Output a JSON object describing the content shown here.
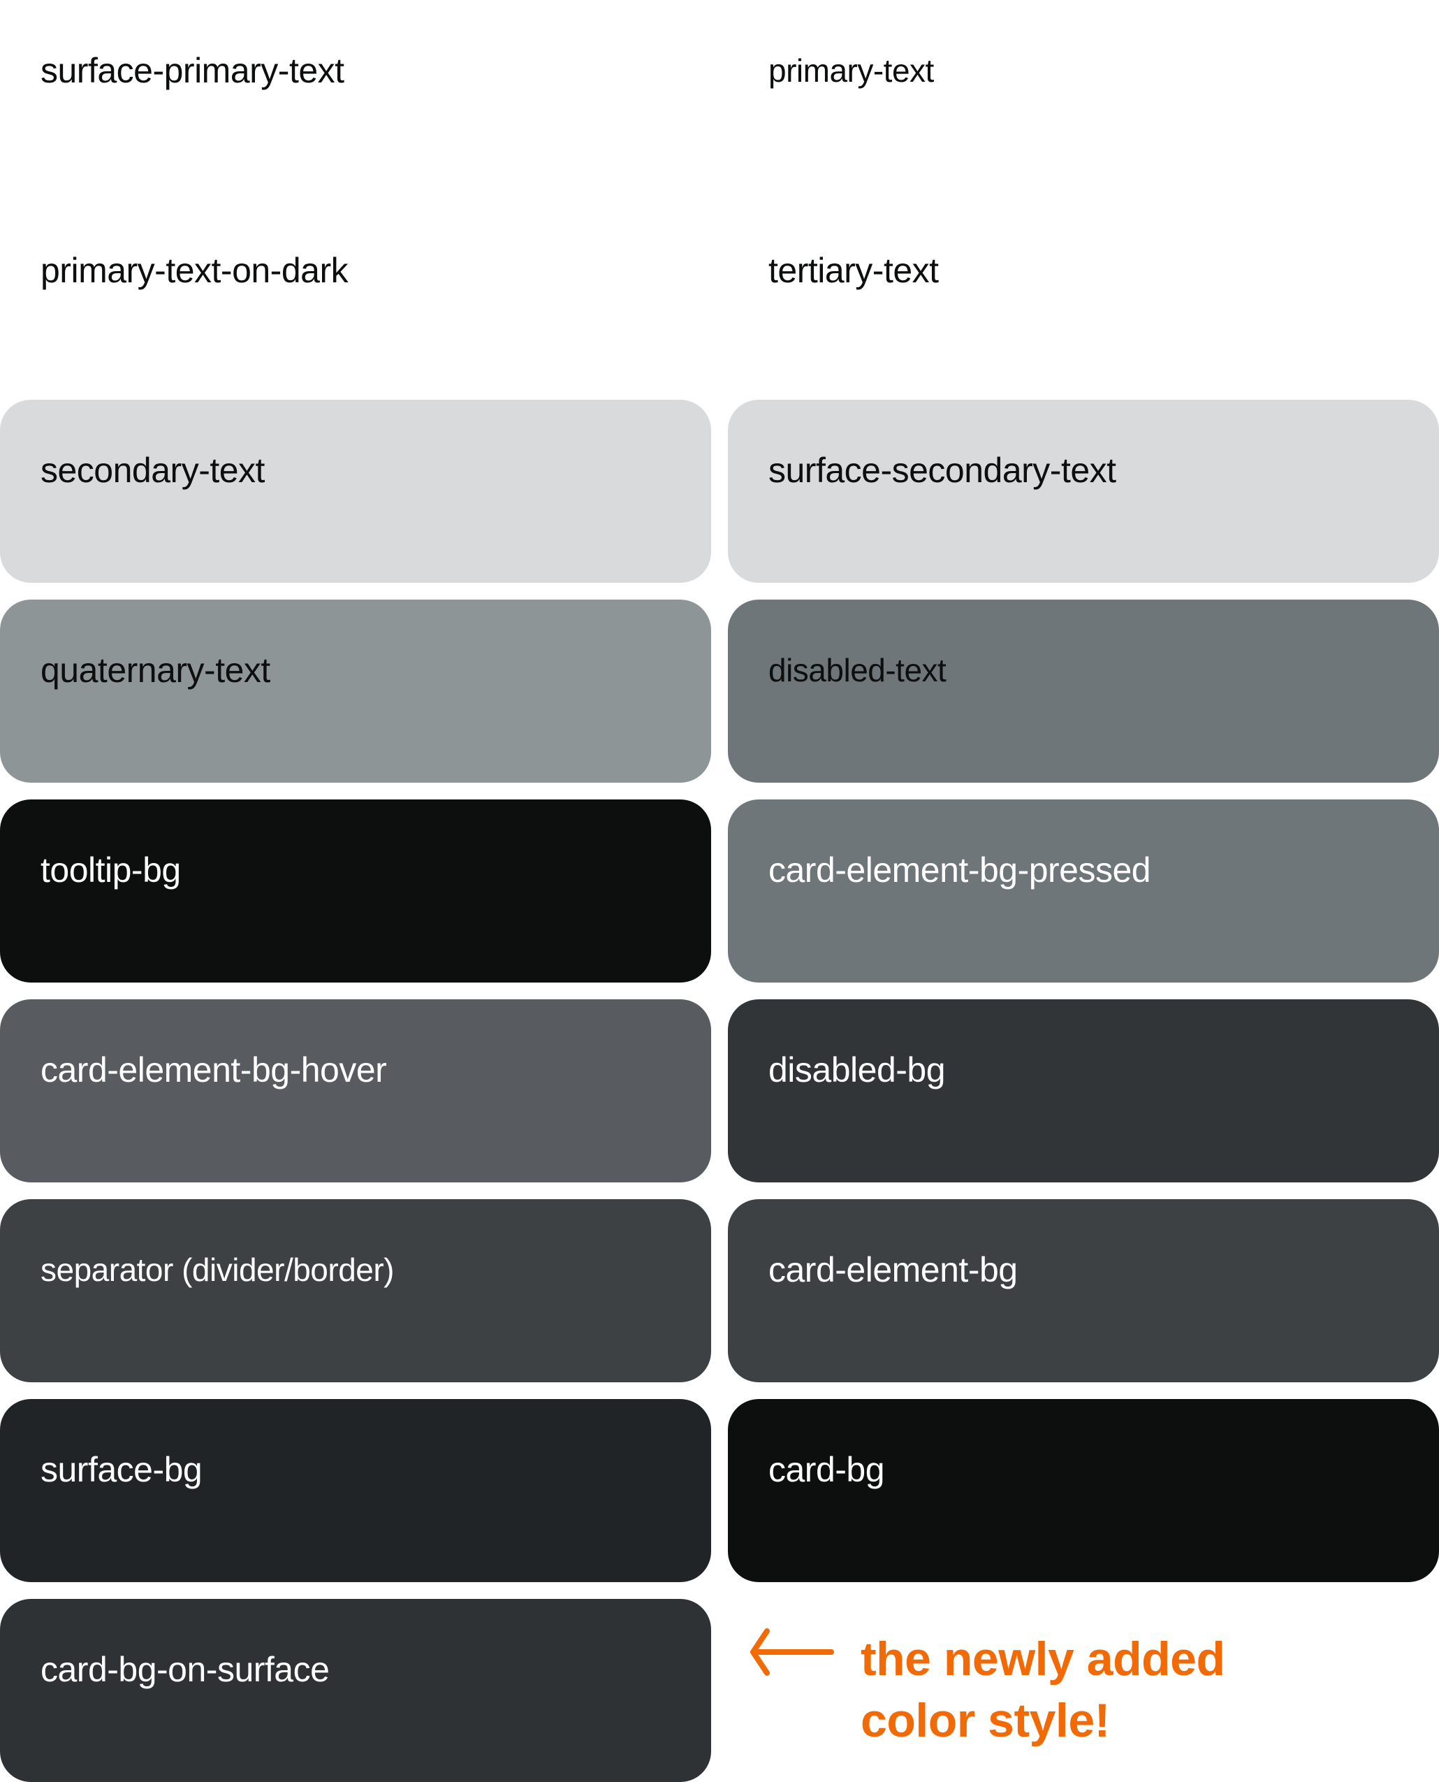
{
  "swatches": [
    {
      "label": "surface-primary-text",
      "bg": "#ffffff",
      "fg": "#0d0f0e"
    },
    {
      "label": "primary-text",
      "bg": "#ffffff",
      "fg": "#0d0f0e"
    },
    {
      "label": "primary-text-on-dark",
      "bg": "#ffffff",
      "fg": "#0d0f0e"
    },
    {
      "label": "tertiary-text",
      "bg": "#ffffff",
      "fg": "#0d0f0e"
    },
    {
      "label": "secondary-text",
      "bg": "#d9dadc",
      "fg": "#0d0f0e"
    },
    {
      "label": "surface-secondary-text",
      "bg": "#d9dadc",
      "fg": "#0d0f0e"
    },
    {
      "label": "quaternary-text",
      "bg": "#8e9597",
      "fg": "#0d0f0e"
    },
    {
      "label": "disabled-text",
      "bg": "#6f7679",
      "fg": "#0d0f0e"
    },
    {
      "label": "tooltip-bg",
      "bg": "#0d0f0e",
      "fg": "#ffffff"
    },
    {
      "label": "card-element-bg-pressed",
      "bg": "#6f7679",
      "fg": "#ffffff"
    },
    {
      "label": "card-element-bg-hover",
      "bg": "#585c60",
      "fg": "#ffffff"
    },
    {
      "label": "disabled-bg",
      "bg": "#323538",
      "fg": "#ffffff"
    },
    {
      "label": "separator (divider/border)",
      "bg": "#3e4144",
      "fg": "#ffffff"
    },
    {
      "label": "card-element-bg",
      "bg": "#3e4144",
      "fg": "#ffffff"
    },
    {
      "label": "surface-bg",
      "bg": "#212426",
      "fg": "#ffffff"
    },
    {
      "label": "card-bg",
      "bg": "#0d0f0e",
      "fg": "#ffffff"
    },
    {
      "label": "card-bg-on-surface",
      "bg": "#2f3235",
      "fg": "#ffffff"
    }
  ],
  "annotation": {
    "text": "the newly added color style!",
    "color": "#f26a05",
    "icon": "arrow-left-icon"
  }
}
